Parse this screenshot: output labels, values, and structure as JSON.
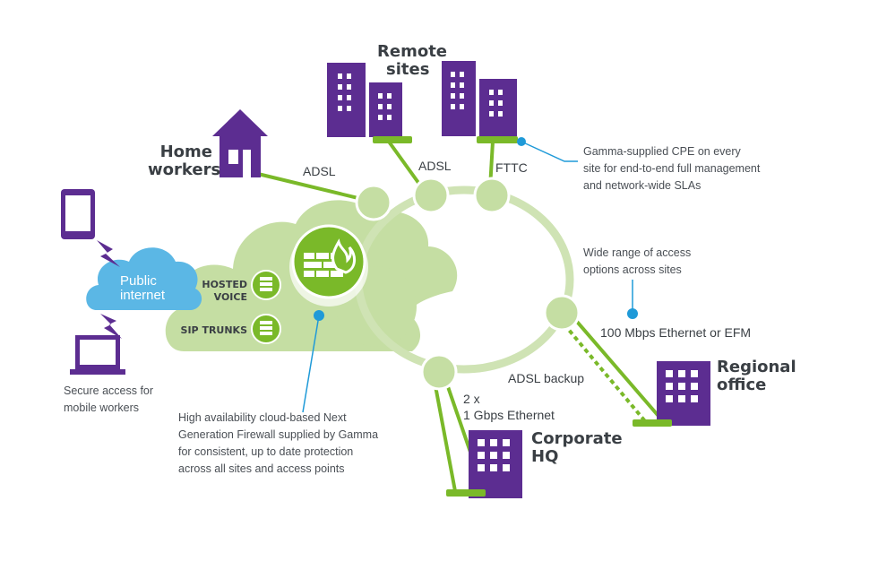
{
  "colors": {
    "purple": "#5c2d91",
    "green": "#7ab929",
    "light_green": "#c5dea3",
    "ring": "#cfe3b4",
    "blue": "#1f9ad8",
    "cloud_blue": "#5bb7e5"
  },
  "nodes": {
    "remote_sites": {
      "line1": "Remote",
      "line2": "sites"
    },
    "home_workers": {
      "line1": "Home",
      "line2": "workers"
    },
    "regional_office": {
      "line1": "Regional",
      "line2": "office"
    },
    "corporate_hq": {
      "line1": "Corporate",
      "line2": "HQ"
    },
    "public_internet": {
      "line1": "Public",
      "line2": "internet"
    }
  },
  "services": {
    "hosted_voice": {
      "line1": "HOSTED",
      "line2": "VOICE"
    },
    "sip_trunks": "SIP TRUNKS"
  },
  "links": {
    "home_adsl": "ADSL",
    "remote_adsl": "ADSL",
    "fttc": "FTTC",
    "ethernet_efm": "100 Mbps Ethernet or EFM",
    "adsl_backup": "ADSL backup",
    "hq_line1": "2 x",
    "hq_line2": "1 Gbps Ethernet"
  },
  "notes": {
    "cpe": [
      "Gamma-supplied CPE on every",
      "site for end-to-end full management",
      "and network-wide SLAs"
    ],
    "access": [
      "Wide range of access",
      "options across sites"
    ],
    "mobile": [
      "Secure access for",
      "mobile workers"
    ],
    "firewall": [
      "High availability cloud-based Next",
      "Generation Firewall supplied by Gamma",
      "for consistent, up to date protection",
      "across all sites and access points"
    ]
  },
  "icons": {
    "firewall": "firewall-icon",
    "server": "server-icon",
    "building": "building-icon",
    "house": "house-icon",
    "tablet": "tablet-icon",
    "laptop": "laptop-icon",
    "router": "router-icon",
    "lightning": "lightning-icon"
  }
}
